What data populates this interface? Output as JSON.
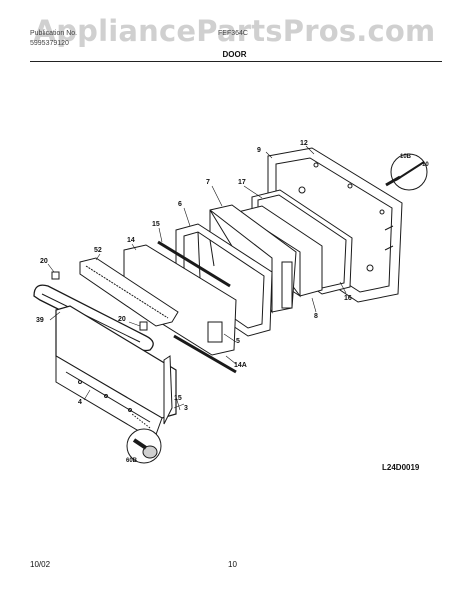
{
  "watermark": "AppliancePartsPros.com",
  "header": {
    "line1_left": "Publication No.",
    "line2_left": "5995379120",
    "model": "FEF364C",
    "section": "DOOR"
  },
  "parts": {
    "p9": "9",
    "p12": "12",
    "p10b": "10B",
    "p10": "10",
    "p7": "7",
    "p17": "17",
    "p6": "6",
    "p15_top": "15",
    "p14": "14",
    "p52": "52",
    "p20_left": "20",
    "p39": "39",
    "p20_mid": "20",
    "p5": "5",
    "p14a": "14A",
    "p4": "4",
    "p15_bottom": "15",
    "p3": "3",
    "p60b": "60B",
    "p16": "16",
    "p8": "8"
  },
  "diagram_code": "L24D0019",
  "footer": {
    "date": "10/02",
    "page": "10"
  },
  "colors": {
    "line": "#1a1a1a",
    "watermark": "#aaaaaa"
  }
}
